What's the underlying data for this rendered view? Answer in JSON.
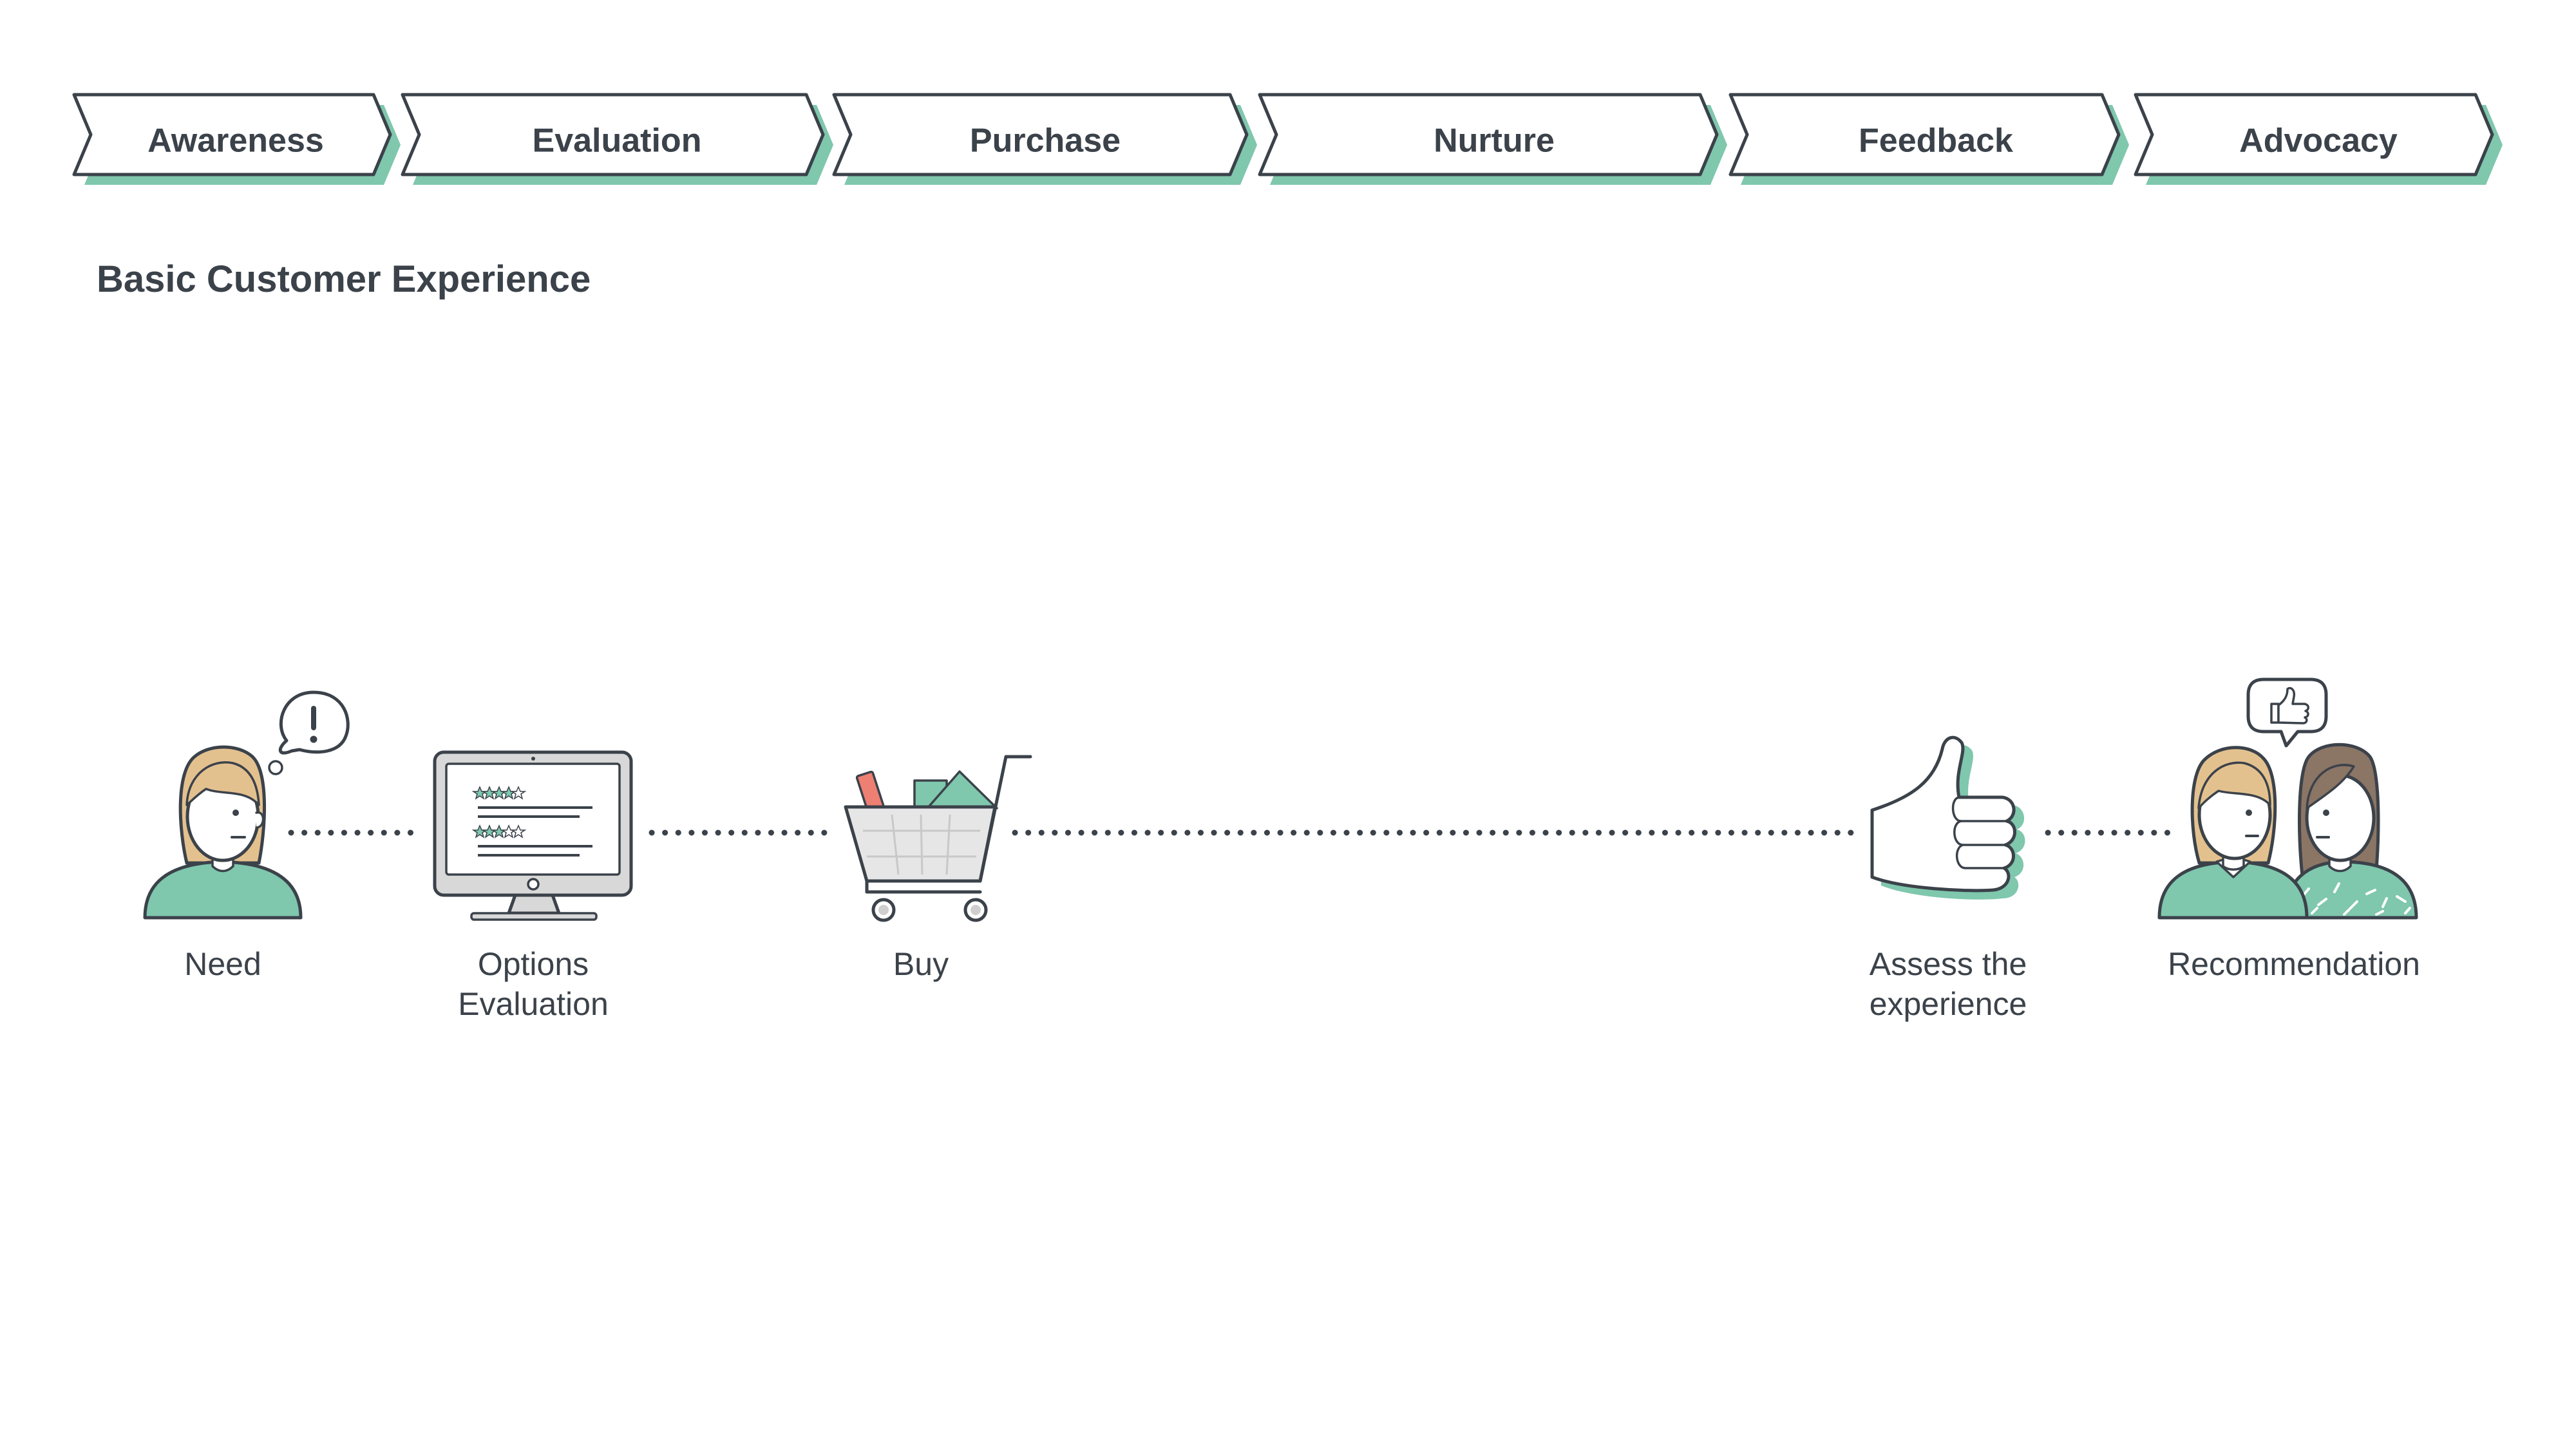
{
  "stages": [
    {
      "label": "Awareness"
    },
    {
      "label": "Evaluation"
    },
    {
      "label": "Purchase"
    },
    {
      "label": "Nurture"
    },
    {
      "label": "Feedback"
    },
    {
      "label": "Advocacy"
    }
  ],
  "section_title": "Basic Customer Experience",
  "steps": {
    "need": {
      "label": "Need",
      "icon": "person-thinking-icon"
    },
    "options": {
      "label_line1": "Options",
      "label_line2": "Evaluation",
      "icon": "monitor-reviews-icon"
    },
    "buy": {
      "label": "Buy",
      "icon": "shopping-cart-icon"
    },
    "assess": {
      "label_line1": "Assess the",
      "label_line2": "experience",
      "icon": "thumbs-up-icon"
    },
    "recommendation": {
      "label": "Recommendation",
      "icon": "people-talking-icon"
    }
  },
  "colors": {
    "accent": "#7fc7ad",
    "text": "#3b424a",
    "skin": "#ffffff",
    "hair_blonde": "#e3c18f",
    "hair_brown": "#8b7565",
    "accent_red": "#ee7f73"
  }
}
